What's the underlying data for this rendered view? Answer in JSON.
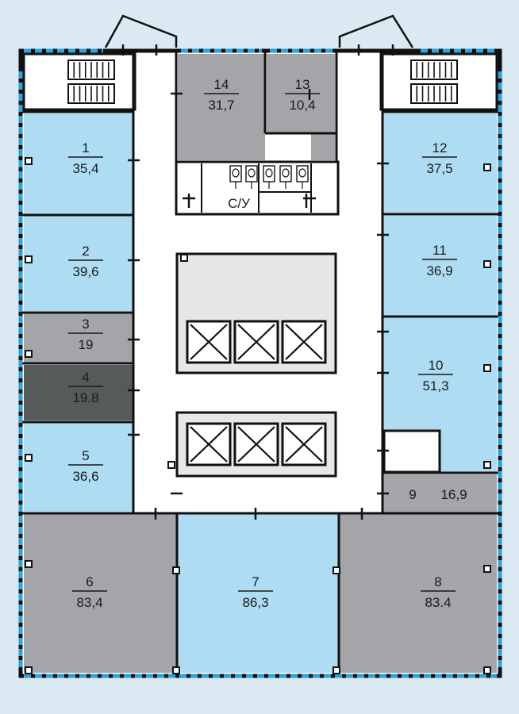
{
  "colors": {
    "background": "#dbe9f3",
    "window_blue": "#29a3dd",
    "wall": "#111111",
    "office_light_blue": "#aedcf3",
    "office_gray": "#a3a5a8",
    "office_dark_gray": "#575a5b",
    "core_light_gray": "#e6e7e8",
    "corridor": "#ffffff"
  },
  "rooms": [
    {
      "id": "14",
      "area": "31,7",
      "color": "office_gray"
    },
    {
      "id": "13",
      "area": "10,4",
      "color": "office_gray"
    },
    {
      "id": "1",
      "area": "35,4",
      "color": "office_light_blue"
    },
    {
      "id": "2",
      "area": "39,6",
      "color": "office_light_blue"
    },
    {
      "id": "3",
      "area": "19",
      "color": "office_gray"
    },
    {
      "id": "4",
      "area": "19.8",
      "color": "office_dark_gray"
    },
    {
      "id": "5",
      "area": "36,6",
      "color": "office_light_blue"
    },
    {
      "id": "12",
      "area": "37,5",
      "color": "office_light_blue"
    },
    {
      "id": "11",
      "area": "36,9",
      "color": "office_light_blue"
    },
    {
      "id": "10",
      "area": "51,3",
      "color": "office_light_blue"
    },
    {
      "id": "9",
      "area": "16,9",
      "color": "office_gray"
    },
    {
      "id": "6",
      "area": "83,4",
      "color": "office_gray"
    },
    {
      "id": "7",
      "area": "86,3",
      "color": "office_light_blue"
    },
    {
      "id": "8",
      "area": "83.4",
      "color": "office_gray"
    }
  ],
  "restroom": {
    "label": "С/У"
  },
  "icons": [
    "elevator-icon",
    "ventilation-grille-icon",
    "toilet-icon",
    "column-marker-icon"
  ]
}
